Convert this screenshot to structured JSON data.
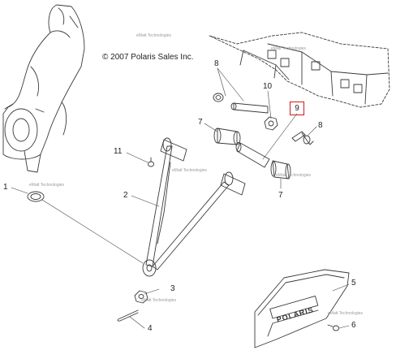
{
  "copyright": "© 2007 Polaris Sales Inc.",
  "watermark": "eMatt Technologies",
  "guard_brand": "POLARIS",
  "highlight_color": "#d21a1a",
  "callouts": [
    "1",
    "2",
    "3",
    "4",
    "5",
    "6",
    "7",
    "7",
    "8",
    "8",
    "9",
    "10",
    "11"
  ],
  "highlighted_callout": "9"
}
